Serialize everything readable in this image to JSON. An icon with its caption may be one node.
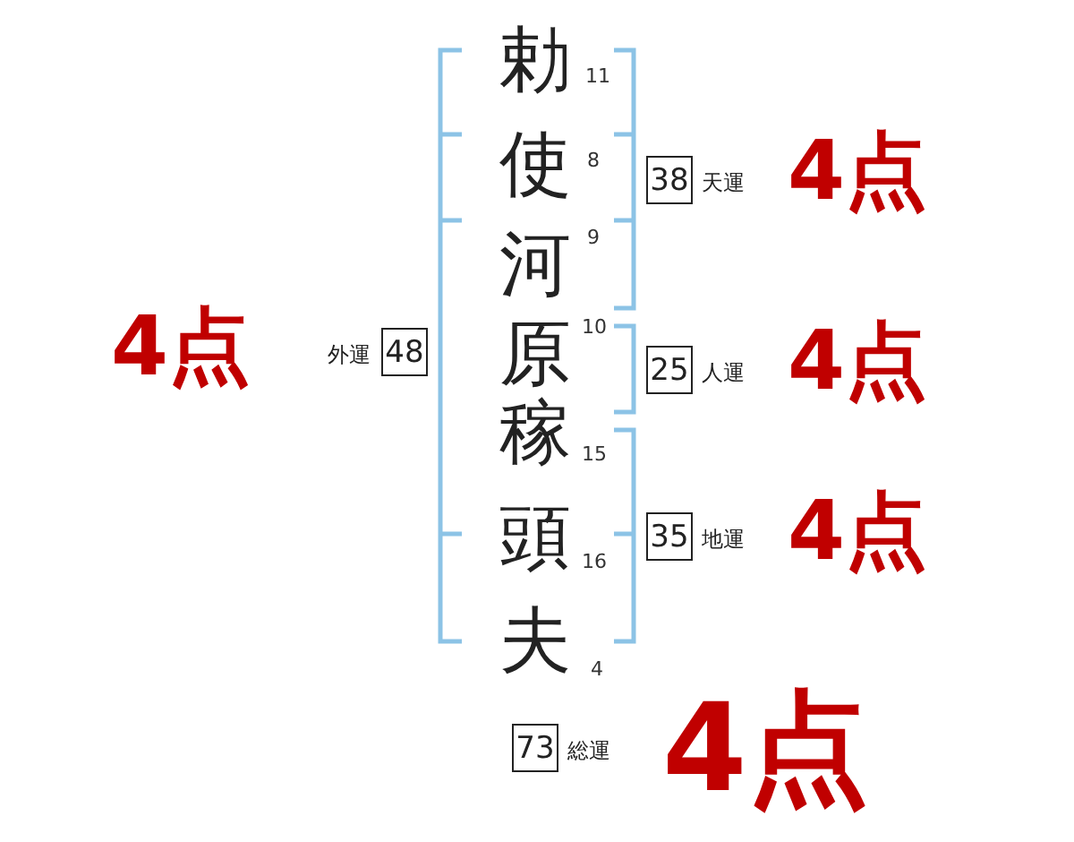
{
  "diagram": {
    "nodes": [
      {
        "text": [
          "38"
        ],
        "beside": [
          "天運"
        ]
      },
      {
        "text": [
          "48"
        ],
        "beside": [
          "外運"
        ]
      },
      {
        "text": [
          "25"
        ],
        "beside": [
          "人運"
        ]
      },
      {
        "text": [
          "35"
        ],
        "beside": [
          "地運"
        ]
      },
      {
        "text": [
          "73"
        ],
        "beside": [
          "総運"
        ]
      }
    ],
    "labels": [
      "勅",
      "11",
      "使",
      "8",
      "河",
      "9",
      "原",
      "10",
      "稼",
      "15",
      "頭",
      "16",
      "夫",
      "4",
      "4点",
      "4点",
      "4点",
      "4点",
      "4点"
    ]
  }
}
